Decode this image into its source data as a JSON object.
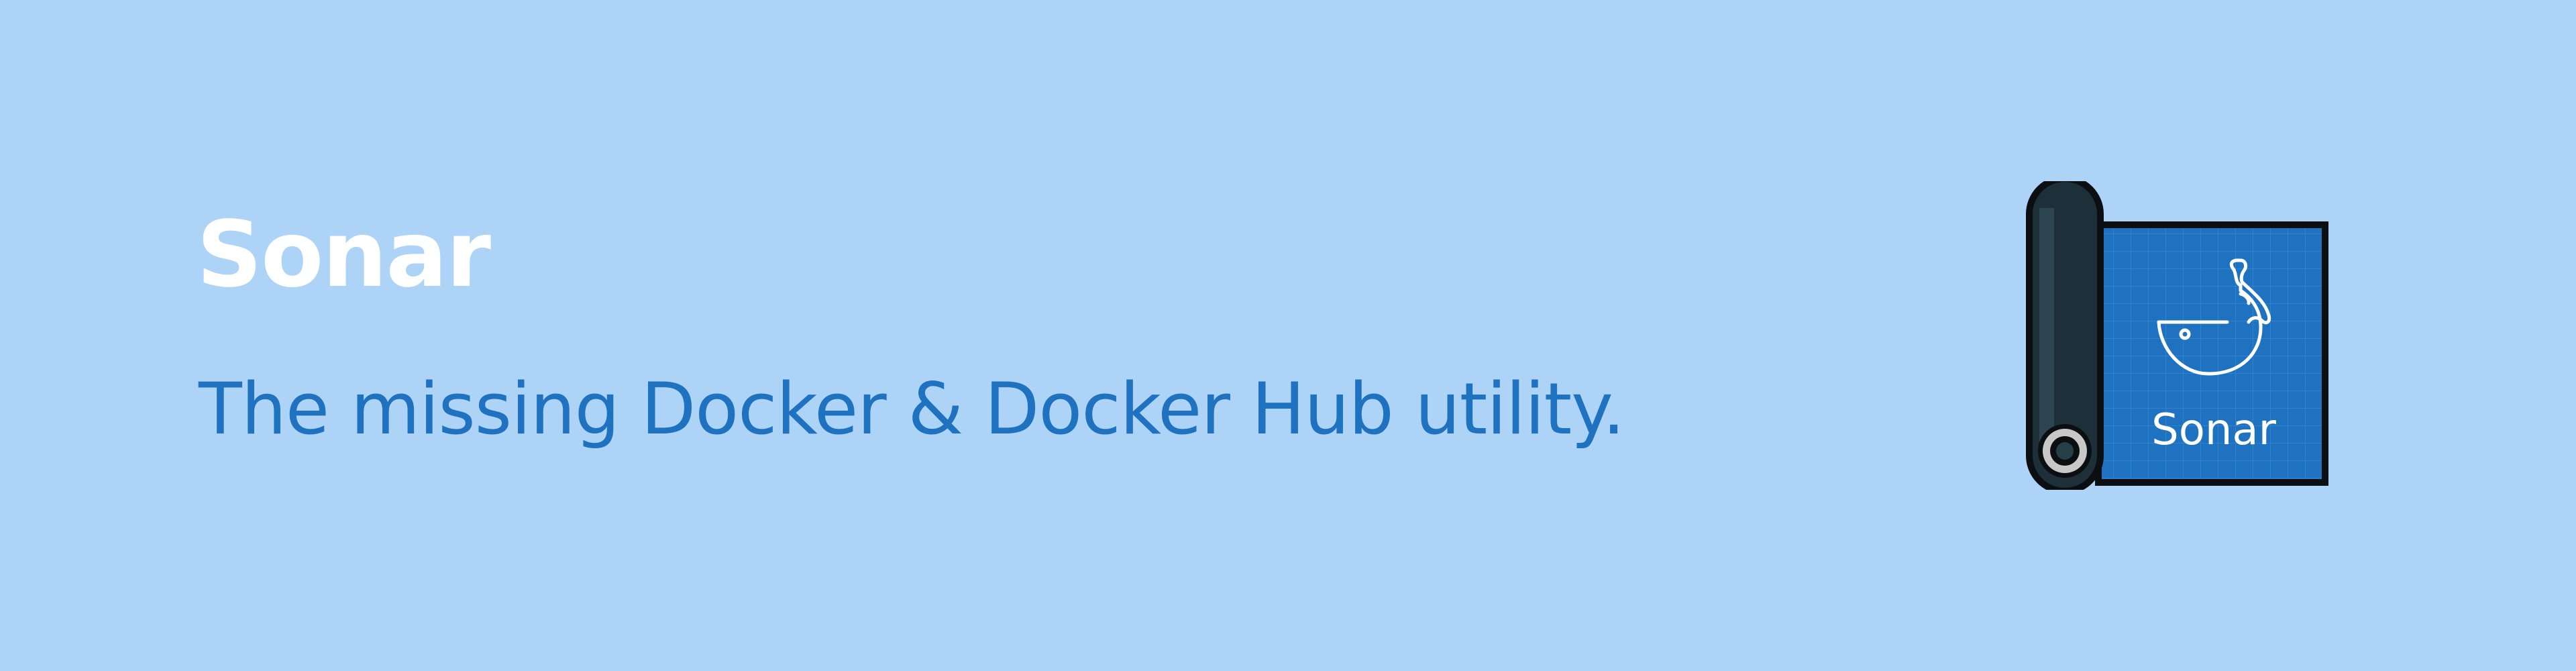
{
  "banner": {
    "title": "Sonar",
    "tagline": "The missing Docker & Docker Hub utility.",
    "background_color": "#add4f7",
    "title_color": "#ffffff",
    "tagline_color": "#1f72bf"
  },
  "logo": {
    "icon": "blueprint-scroll-whale-icon",
    "label": "Sonar",
    "blueprint_color": "#1f72bf",
    "roll_color": "#1d2f38"
  }
}
